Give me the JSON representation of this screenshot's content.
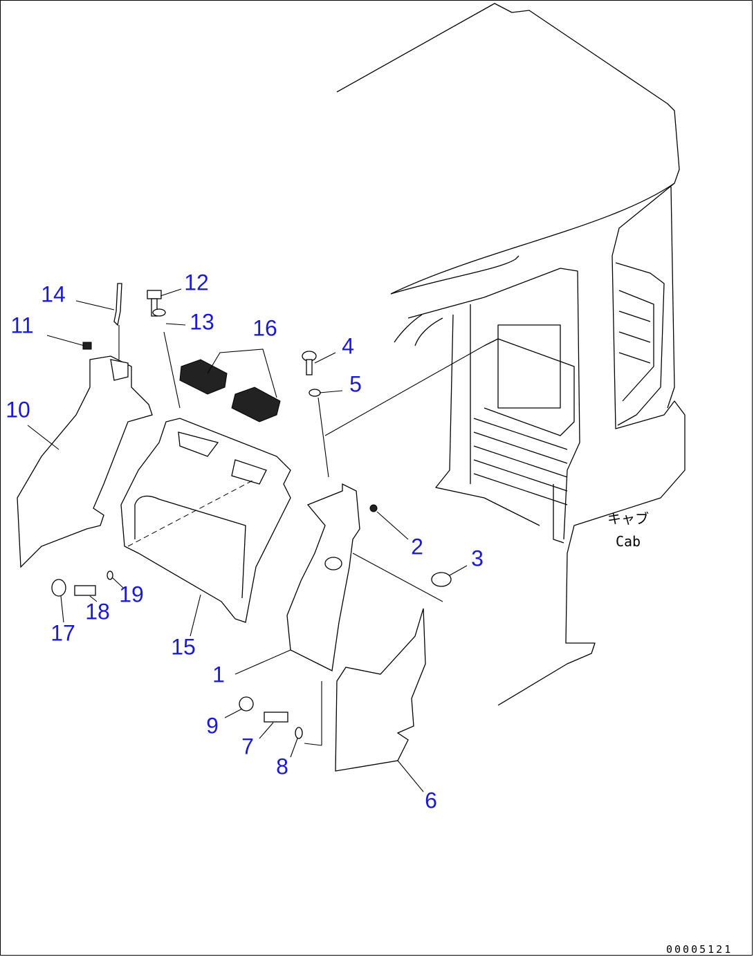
{
  "diagram": {
    "cab_label_jp": "キャブ",
    "cab_label_en": "Cab",
    "drawing_code": "00005121",
    "callouts": [
      "1",
      "2",
      "3",
      "4",
      "5",
      "6",
      "7",
      "8",
      "9",
      "10",
      "11",
      "12",
      "13",
      "14",
      "15",
      "16",
      "17",
      "18",
      "19"
    ],
    "callout_color": "#1a1ad6"
  }
}
